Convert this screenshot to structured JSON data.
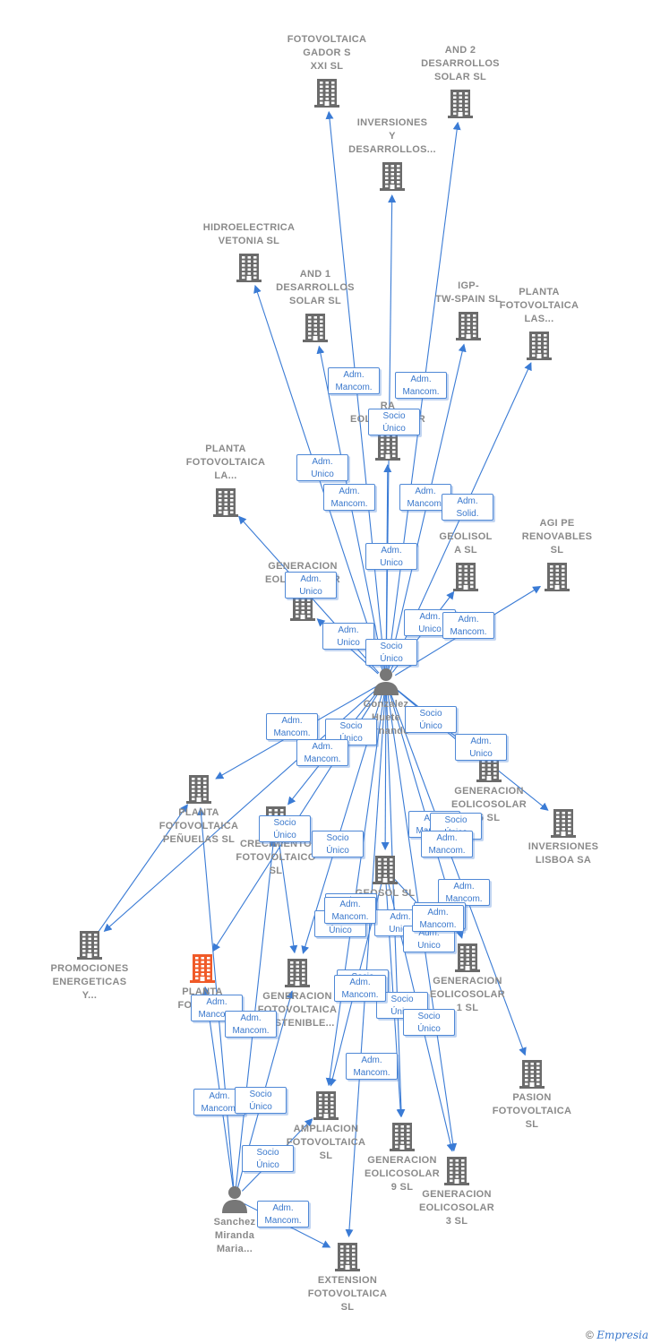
{
  "colors": {
    "edge": "#3a7bd5",
    "company_icon": "#6b6b6b",
    "focus_company_icon": "#f05a28",
    "person_icon": "#777777",
    "label_text": "#8a8a8a",
    "edge_label": "#3a78cc"
  },
  "icons": {
    "company": "building-icon",
    "person": "person-icon"
  },
  "nodes": [
    {
      "id": "n1",
      "type": "company",
      "label": "FOTOVOLTAICA\nGADOR S\nXXI  SL"
    },
    {
      "id": "n2",
      "type": "company",
      "label": "AND 2\nDESARROLLOS\nSOLAR  SL"
    },
    {
      "id": "n3",
      "type": "company",
      "label": "INVERSIONES\nY\nDESARROLLOS..."
    },
    {
      "id": "n4",
      "type": "company",
      "label": "HIDROELECTRICA\nVETONIA SL"
    },
    {
      "id": "n5",
      "type": "company",
      "label": "AND 1\nDESARROLLOS\nSOLAR  SL"
    },
    {
      "id": "n6",
      "type": "company",
      "label": "IGP-\nTW-SPAIN  SL"
    },
    {
      "id": "n7",
      "type": "company",
      "label": "PLANTA\nFOTOVOLTAICA\nLAS..."
    },
    {
      "id": "n8",
      "type": "company",
      "label": "RA\nEOLICOSOLAR"
    },
    {
      "id": "n9",
      "type": "company",
      "label": "PLANTA\nFOTOVOLTAICA\nLA..."
    },
    {
      "id": "n10",
      "type": "company",
      "label": "GEOLISOL\nA  SL"
    },
    {
      "id": "n11",
      "type": "company",
      "label": "AGI PE\nRENOVABLES\nSL"
    },
    {
      "id": "n12",
      "type": "company",
      "label": "GENERACION\nEOLICOSOLAR"
    },
    {
      "id": "p1",
      "type": "person",
      "label": "Gonzalez\nHuete\nFernando"
    },
    {
      "id": "n13",
      "type": "company",
      "label": "GENERACION\nEOLICOSOLAR\n5  SL"
    },
    {
      "id": "n14",
      "type": "company",
      "label": "INVERSIONES\nLISBOA SA"
    },
    {
      "id": "n15",
      "type": "company",
      "label": "PLANTA\nFOTOVOLTAICA\nPEÑUELAS SL"
    },
    {
      "id": "n16",
      "type": "company",
      "label": "CRECIMIENTO\nFOTOVOLTAICO\nSL"
    },
    {
      "id": "n17",
      "type": "company",
      "label": "GEOSOL  SL"
    },
    {
      "id": "n18",
      "type": "company",
      "label": "PROMOCIONES\nENERGETICAS\nY..."
    },
    {
      "id": "n19",
      "type": "company",
      "focus": true,
      "label": "PLANTA\nFOTOVOL\nSA"
    },
    {
      "id": "n20",
      "type": "company",
      "label": "GENERACION\nFOTOVOLTAICA\nSOSTENIBLE..."
    },
    {
      "id": "n21",
      "type": "company",
      "label": "GENERACION\nEOLICOSOLAR\n1  SL"
    },
    {
      "id": "n22",
      "type": "company",
      "label": "PASION\nFOTOVOLTAICA\nSL"
    },
    {
      "id": "n23",
      "type": "company",
      "label": "AMPLIACION\nFOTOVOLTAICA\nSL"
    },
    {
      "id": "n24",
      "type": "company",
      "label": "GENERACION\nEOLICOSOLAR\n9  SL"
    },
    {
      "id": "n25",
      "type": "company",
      "label": "GENERACION\nEOLICOSOLAR\n3  SL"
    },
    {
      "id": "p2",
      "type": "person",
      "label": "Sanchez\nMiranda\nMaria..."
    },
    {
      "id": "n26",
      "type": "company",
      "label": "EXTENSION\nFOTOVOLTAICA\nSL"
    }
  ],
  "edge_labels": [
    "Adm.\nMancom.",
    "Adm.\nMancom.",
    "Socio\nÚnico",
    "Adm.\nUnico",
    "Adm.\nMancom.",
    "Adm.\nMancom.",
    "Adm.\nSolid.",
    "Adm.\nUnico",
    "Adm.\nUnico",
    "Adm.\nUnico",
    "Adm.\nUnico",
    "Adm.\nMancom.",
    "Socio\nÚnico",
    "Adm.\nMancom.",
    "Socio\nÚnico",
    "Socio\nÚnico",
    "Adm.\nMancom.",
    "Adm.\nUnico",
    "Socio\nÚnico",
    "Adm.\nMancom.",
    "Socio\nÚnico",
    "Socio\nÚnico",
    "Adm.\nMancom.",
    "Adm.\nMancom.",
    "Socio\nÚnico",
    "Adm.\nUnico",
    "Socio\nÚnico",
    "Adm.\nUnico",
    "Adm.\nMancom.",
    "Socio\nÚnico",
    "Socio\nÚnico",
    "Socio\nÚnico",
    "Adm.\nMancom.",
    "Adm.\nMancom.",
    "Socio\nÚnico",
    "Socio\nÚnico",
    "Adm.\nMancom.",
    "Adm.\nMancom.",
    "Adm.\nMancom.",
    "Adm.\nMancom.",
    "Adm.\nMancom.",
    "Adm.\nMancom."
  ],
  "edges": [
    [
      "p1",
      "n1"
    ],
    [
      "p1",
      "n2"
    ],
    [
      "p1",
      "n3"
    ],
    [
      "p1",
      "n4"
    ],
    [
      "p1",
      "n5"
    ],
    [
      "p1",
      "n6"
    ],
    [
      "p1",
      "n7"
    ],
    [
      "p1",
      "n8"
    ],
    [
      "p1",
      "n9"
    ],
    [
      "p1",
      "n10"
    ],
    [
      "p1",
      "n11"
    ],
    [
      "p1",
      "n12"
    ],
    [
      "p1",
      "n13"
    ],
    [
      "p1",
      "n14"
    ],
    [
      "p1",
      "n15"
    ],
    [
      "p1",
      "n16"
    ],
    [
      "p1",
      "n17"
    ],
    [
      "p1",
      "n19"
    ],
    [
      "p1",
      "n20"
    ],
    [
      "p1",
      "n21"
    ],
    [
      "p1",
      "n22"
    ],
    [
      "p1",
      "n23"
    ],
    [
      "p1",
      "n24"
    ],
    [
      "p1",
      "n25"
    ],
    [
      "p1",
      "n26"
    ],
    [
      "p1",
      "n18"
    ],
    [
      "n18",
      "n15"
    ],
    [
      "n16",
      "n20"
    ],
    [
      "n17",
      "n23"
    ],
    [
      "n17",
      "n24"
    ],
    [
      "n17",
      "n25"
    ],
    [
      "n17",
      "n21"
    ],
    [
      "p2",
      "n19"
    ],
    [
      "p2",
      "n15"
    ],
    [
      "p2",
      "n16"
    ],
    [
      "p2",
      "n20"
    ],
    [
      "p2",
      "n26"
    ],
    [
      "p2",
      "n23"
    ]
  ],
  "footer": {
    "copyright": "©",
    "brand": "Empresia"
  }
}
